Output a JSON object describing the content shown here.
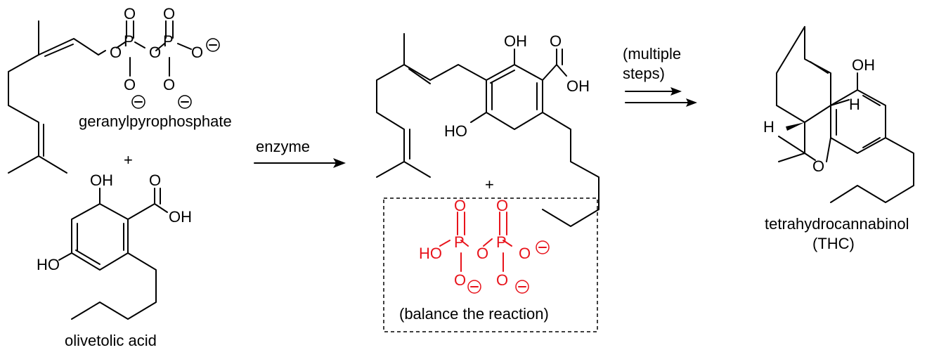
{
  "labels": {
    "geranylpyrophosphate": "geranylpyrophosphate",
    "plus1": "+",
    "olivetolic_acid": "olivetolic acid",
    "enzyme": "enzyme",
    "plus2": "+",
    "balance": "(balance the reaction)",
    "multiple_line1": "(multiple",
    "multiple_line2": "steps)",
    "thc_line1": "tetrahydrocannabinol",
    "thc_line2": "(THC)"
  },
  "atoms": {
    "O": "O",
    "P": "P",
    "OH": "OH",
    "HO": "HO",
    "H": "H",
    "minus": "−"
  },
  "colors": {
    "ink": "#000000",
    "highlight": "#e8131b"
  }
}
